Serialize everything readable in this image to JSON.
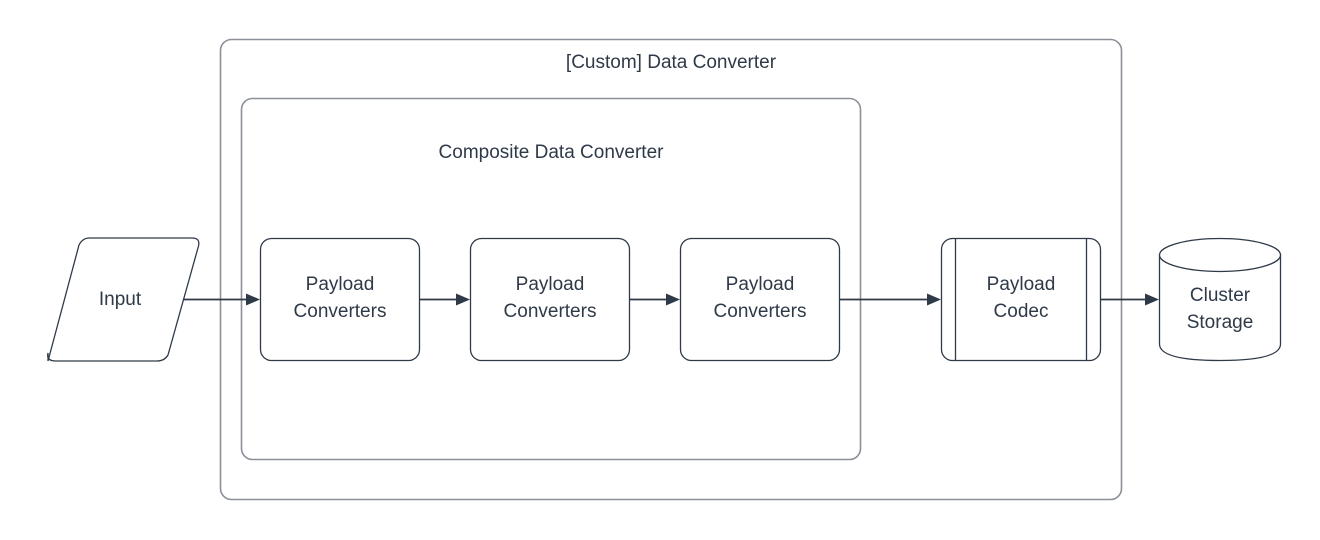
{
  "diagram": {
    "title": "[Custom] Data Converter",
    "background": "#ffffff",
    "stroke_color": "#8a8f98",
    "text_color": "#2f3a48",
    "edge_color": "#2f3a48",
    "containers": [
      {
        "id": "custom-data-converter",
        "label": "[Custom] Data Converter",
        "shape": "rounded-rect"
      },
      {
        "id": "composite-data-converter",
        "label": "Composite Data Converter",
        "shape": "rounded-rect"
      }
    ],
    "nodes": [
      {
        "id": "input",
        "label": "Input",
        "shape": "parallelogram"
      },
      {
        "id": "payload-converters-1",
        "label_line1": "Payload",
        "label_line2": "Converters",
        "shape": "rounded-rect"
      },
      {
        "id": "payload-converters-2",
        "label_line1": "Payload",
        "label_line2": "Converters",
        "shape": "rounded-rect"
      },
      {
        "id": "payload-converters-3",
        "label_line1": "Payload",
        "label_line2": "Converters",
        "shape": "rounded-rect"
      },
      {
        "id": "payload-codec",
        "label_line1": "Payload",
        "label_line2": "Codec",
        "shape": "process"
      },
      {
        "id": "cluster-storage",
        "label_line1": "Cluster",
        "label_line2": "Storage",
        "shape": "cylinder"
      }
    ],
    "edges": [
      {
        "from": "input",
        "to": "payload-converters-1"
      },
      {
        "from": "payload-converters-1",
        "to": "payload-converters-2"
      },
      {
        "from": "payload-converters-2",
        "to": "payload-converters-3"
      },
      {
        "from": "payload-converters-3",
        "to": "payload-codec"
      },
      {
        "from": "payload-codec",
        "to": "cluster-storage"
      }
    ]
  }
}
